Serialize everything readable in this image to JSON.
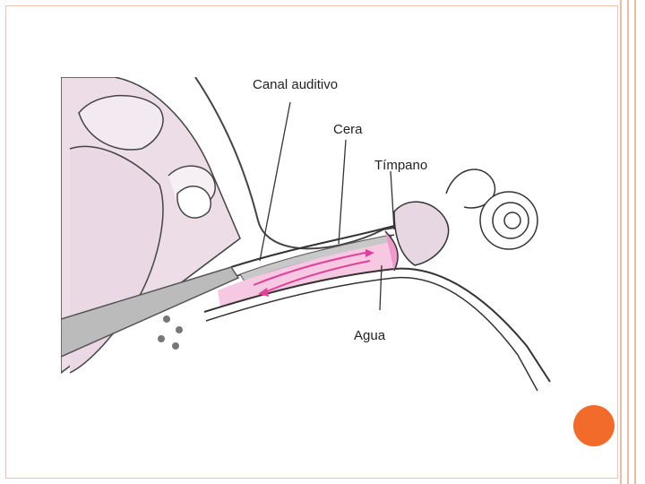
{
  "slide": {
    "accent_color": "#f26b2a",
    "border_color": "#f2b9a3"
  },
  "diagram": {
    "labels": {
      "canal": "Canal auditivo",
      "cera": "Cera",
      "timpano": "Tímpano",
      "agua": "Agua"
    },
    "colors": {
      "tissue": "#efe9ef",
      "water": "#f080c0",
      "wax": "#c8c8c8",
      "ink": "#333333"
    }
  }
}
